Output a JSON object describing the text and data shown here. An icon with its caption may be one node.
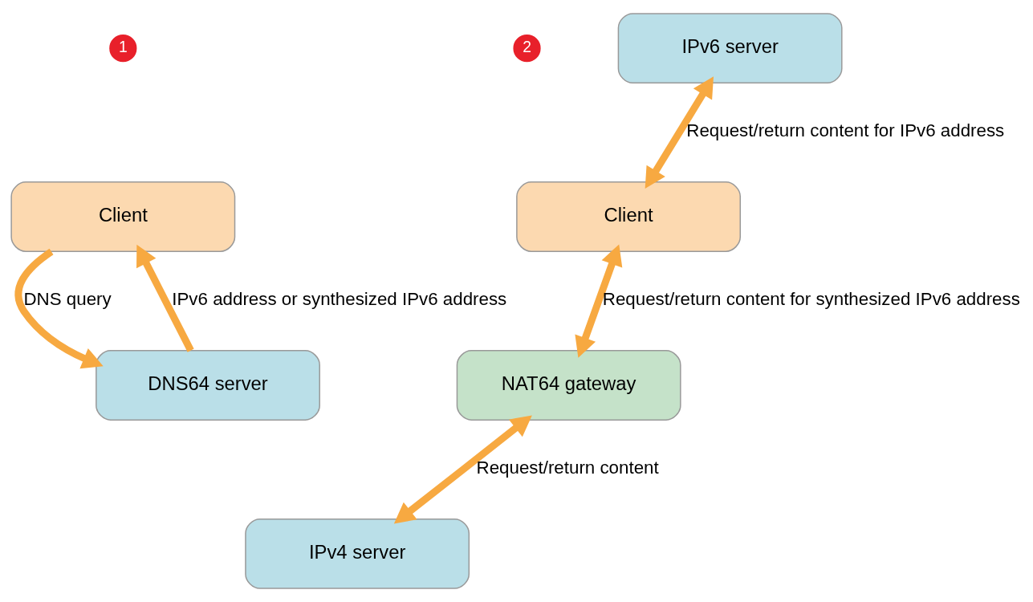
{
  "diagram": {
    "nodes": [
      {
        "text": [
          "1"
        ]
      },
      {
        "text": [
          "2"
        ]
      },
      {
        "text": [
          "Client"
        ]
      },
      {
        "text": [
          "DNS64 server"
        ]
      },
      {
        "text": [
          "Client"
        ]
      },
      {
        "text": [
          "NAT64 gateway"
        ]
      },
      {
        "text": [
          "IPv4 server"
        ]
      },
      {
        "text": [
          "IPv6 server"
        ]
      }
    ],
    "edges": [
      {
        "from": 2,
        "to": 3,
        "arrow": "to",
        "label": "DNS query"
      },
      {
        "from": 3,
        "to": 2,
        "arrow": "to",
        "label": "IPv6 address or synthesized IPv6 address"
      },
      {
        "from": 5,
        "to": 4,
        "arrow": "both",
        "label": "Request/return content for synthesized IPv6 address"
      },
      {
        "from": 5,
        "to": 6,
        "arrow": "both",
        "label": "Request/return content"
      },
      {
        "from": 7,
        "to": 4,
        "arrow": "both",
        "label": "Request/return content for IPv6 address"
      }
    ]
  }
}
